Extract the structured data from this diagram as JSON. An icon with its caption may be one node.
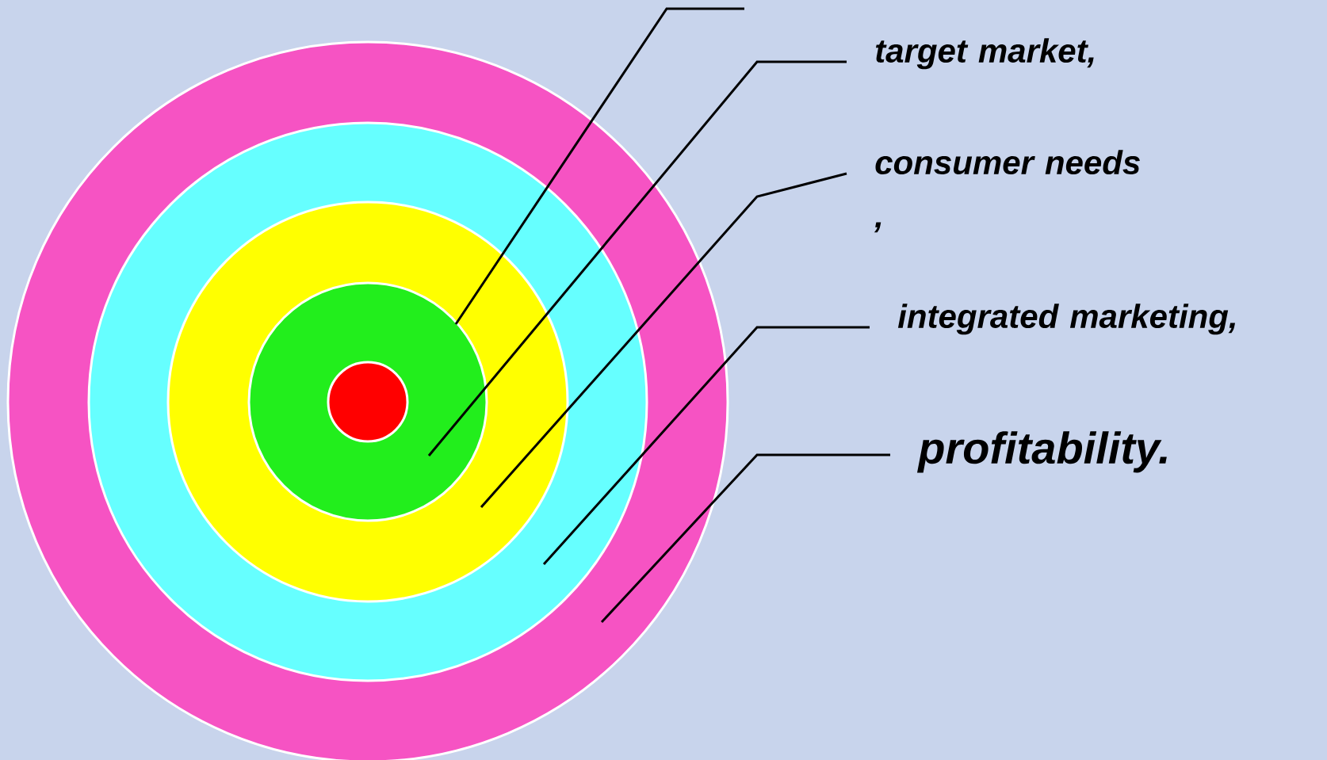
{
  "diagram": {
    "nodes": [
      {
        "text": [],
        "shape": "circle"
      },
      {
        "text": [],
        "shape": "circle",
        "in": 0
      },
      {
        "text": [],
        "shape": "circle",
        "in": 1
      },
      {
        "text": [],
        "shape": "circle",
        "in": 2
      },
      {
        "text": [],
        "shape": "circle",
        "in": 3
      },
      {
        "text": [
          "target market,"
        ]
      },
      {
        "text": [
          "consumer needs ,"
        ]
      },
      {
        "text": [
          "integrated marketing,"
        ]
      },
      {
        "text": [
          "profitability."
        ]
      }
    ],
    "edges": [
      {
        "from": null,
        "to": 3,
        "arrow": "none"
      },
      {
        "from": 5,
        "to": 3,
        "arrow": "none"
      },
      {
        "from": 6,
        "to": 2,
        "arrow": "none"
      },
      {
        "from": 7,
        "to": 1,
        "arrow": "none"
      },
      {
        "from": 8,
        "to": 0,
        "arrow": "none"
      }
    ]
  }
}
